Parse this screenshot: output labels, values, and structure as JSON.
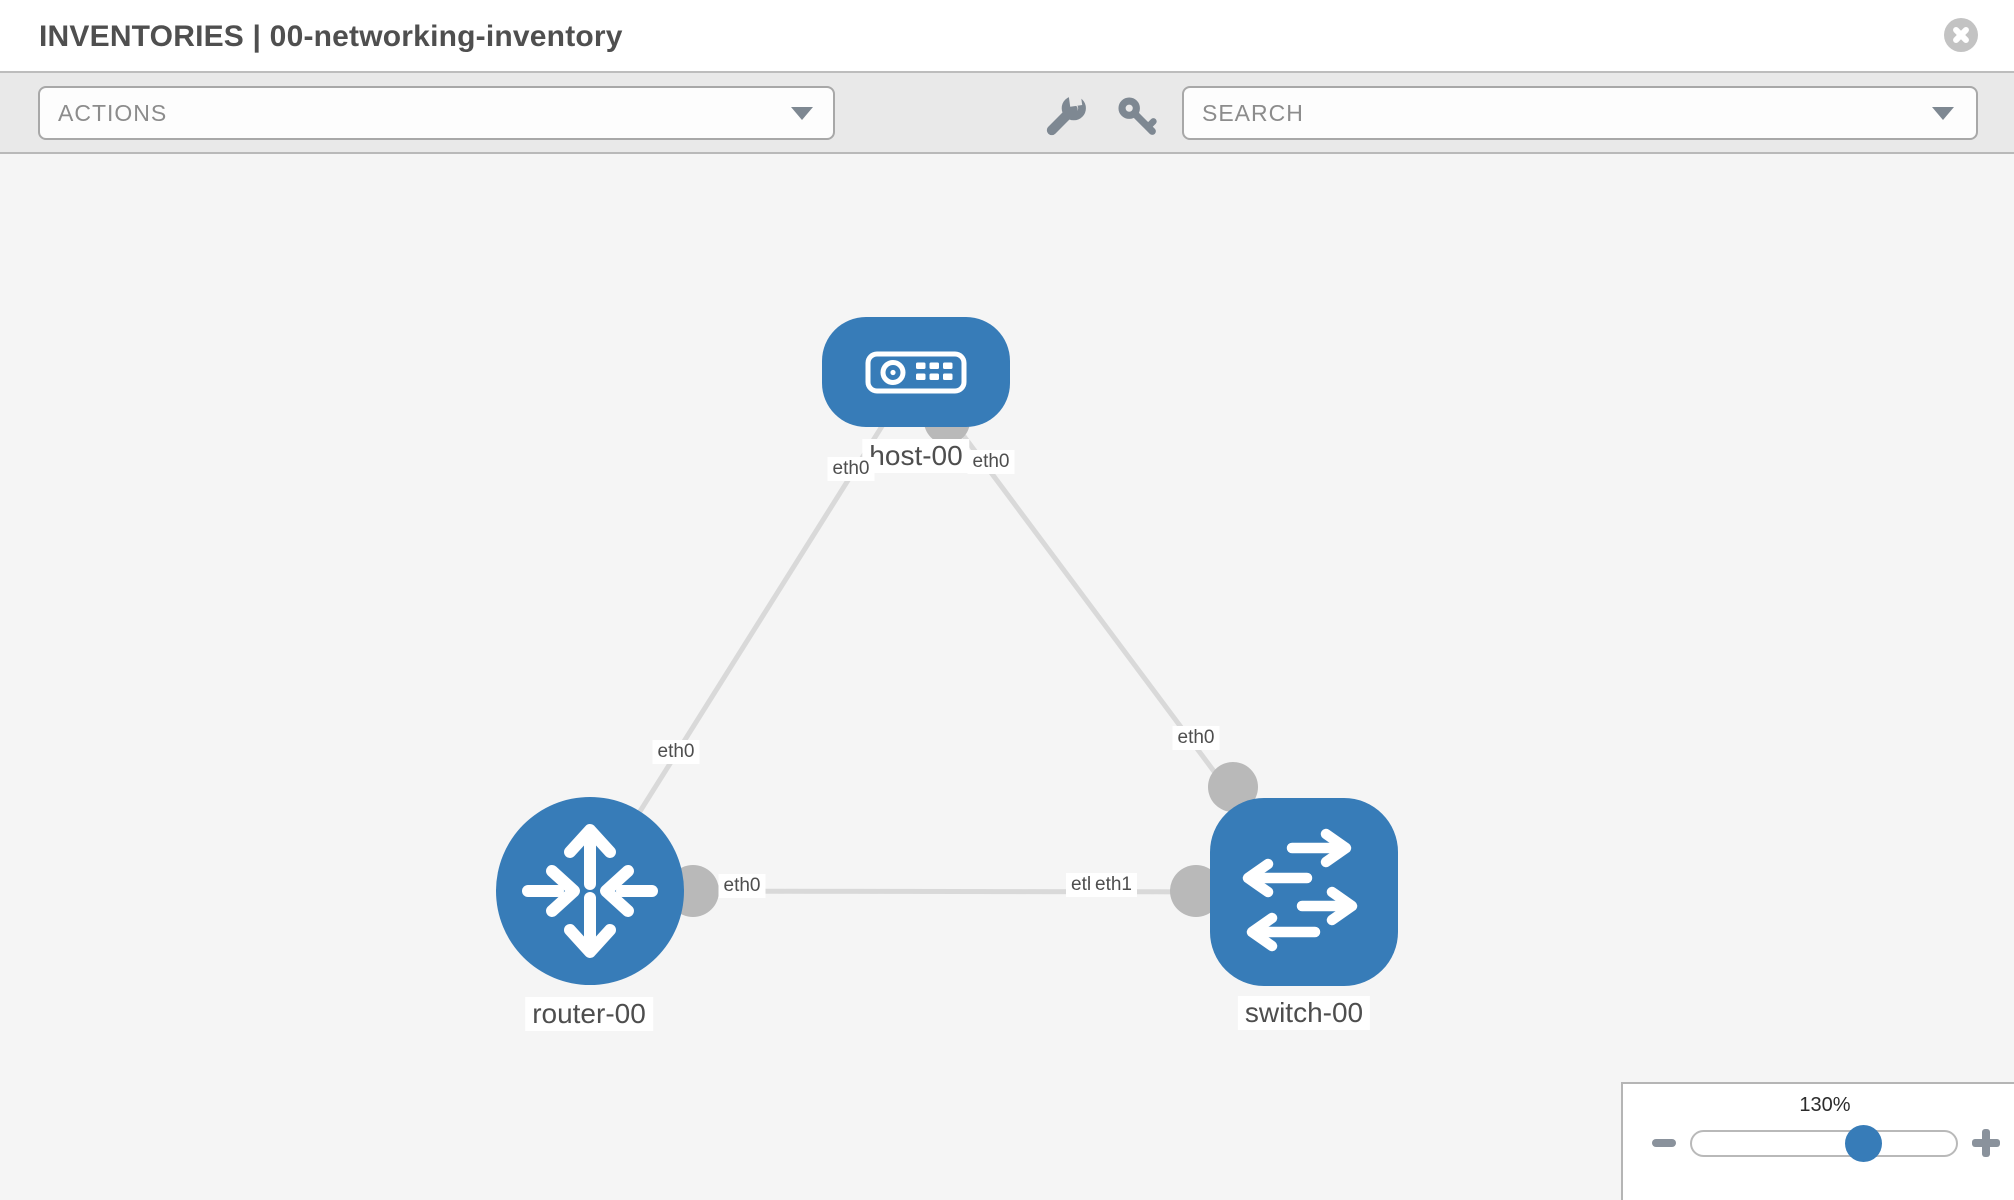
{
  "header": {
    "title": "INVENTORIES | 00-networking-inventory"
  },
  "toolbar": {
    "actions_label": "ACTIONS",
    "search_label": "SEARCH",
    "icons": [
      "wrench-icon",
      "key-icon"
    ]
  },
  "colors": {
    "node_blue": "#377cb8",
    "link_gray": "#d9d9d9",
    "port_gray": "#b9b9b9",
    "toolbar_bg": "#e9e9e9",
    "canvas_bg": "#f5f5f5",
    "icon_gray": "#7e8892",
    "label_text": "#4e4e4e"
  },
  "topology": {
    "nodes": [
      {
        "id": "host-00",
        "type": "host",
        "label": "host-00"
      },
      {
        "id": "router-00",
        "type": "router",
        "label": "router-00"
      },
      {
        "id": "switch-00",
        "type": "switch",
        "label": "switch-00"
      }
    ],
    "links": [
      {
        "source": "host-00",
        "source_interface": "eth0",
        "target": "router-00",
        "target_interface": "eth0"
      },
      {
        "source": "host-00",
        "source_interface": "eth0",
        "target": "switch-00",
        "target_interface": "eth0"
      },
      {
        "source": "router-00",
        "source_interface": "eth0",
        "target": "switch-00",
        "target_interface": "eth1"
      }
    ],
    "overlap_back_label": "eth0"
  },
  "zoom_control": {
    "level": "130%",
    "minus_label": "zoom out",
    "plus_label": "zoom in"
  }
}
